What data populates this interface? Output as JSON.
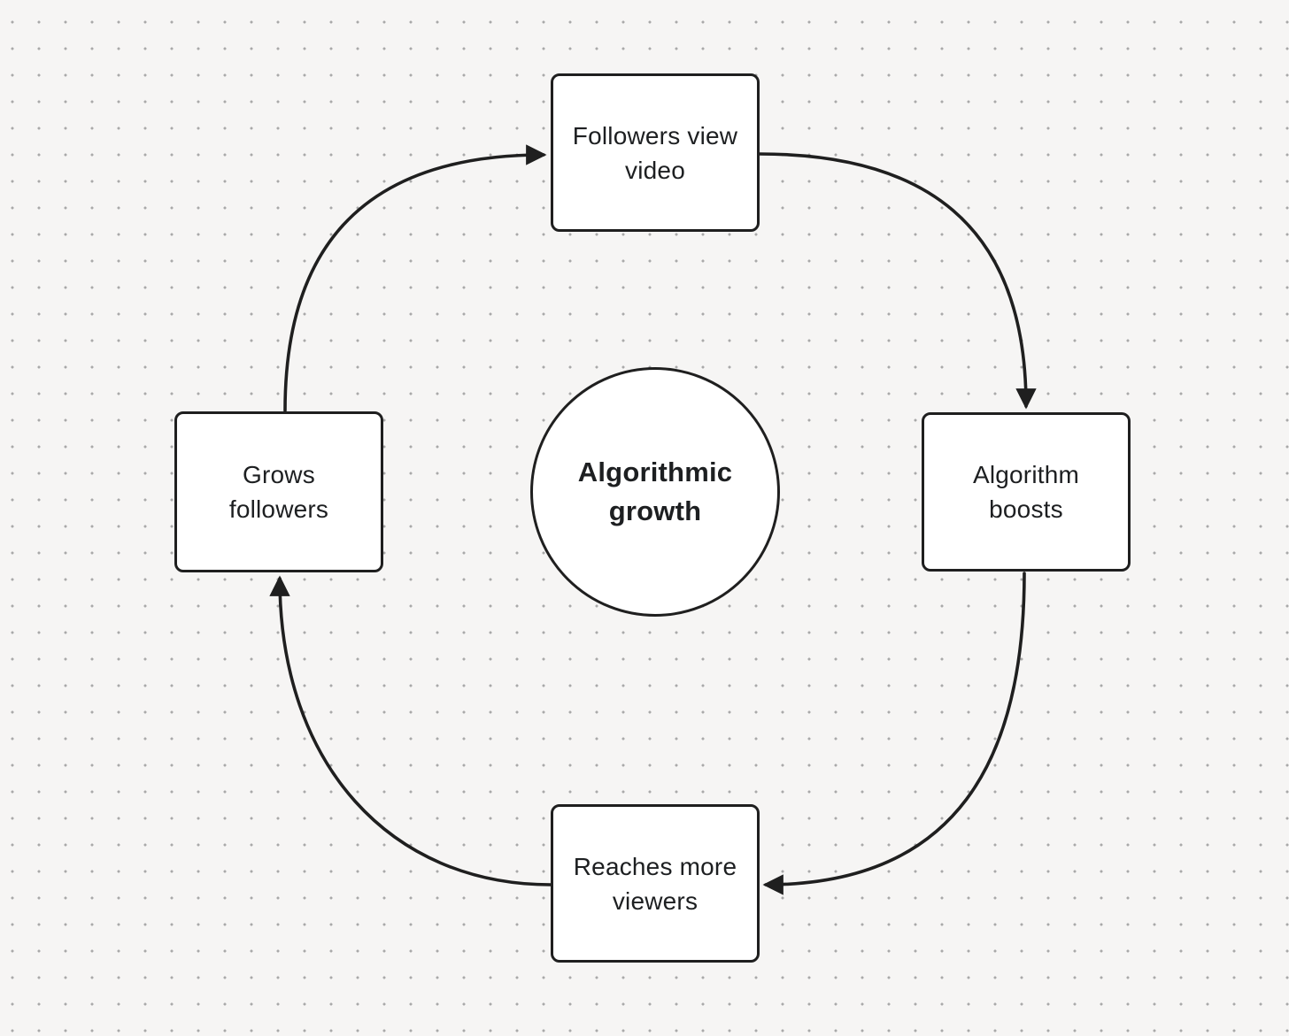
{
  "diagram": {
    "center": {
      "id": "algorithmic-growth",
      "lines": [
        "Algorithmic",
        "growth"
      ]
    },
    "nodes": [
      {
        "id": "followers-view-video",
        "position": "top",
        "lines": [
          "Followers view",
          "video"
        ]
      },
      {
        "id": "algorithm-boosts",
        "position": "right",
        "lines": [
          "Algorithm",
          "boosts"
        ]
      },
      {
        "id": "reaches-more-viewers",
        "position": "bottom",
        "lines": [
          "Reaches more",
          "viewers"
        ]
      },
      {
        "id": "grows-followers",
        "position": "left",
        "lines": [
          "Grows",
          "followers"
        ]
      }
    ],
    "edges": [
      {
        "from": "grows-followers",
        "to": "followers-view-video",
        "direction": "clockwise"
      },
      {
        "from": "followers-view-video",
        "to": "algorithm-boosts",
        "direction": "clockwise"
      },
      {
        "from": "algorithm-boosts",
        "to": "reaches-more-viewers",
        "direction": "clockwise"
      },
      {
        "from": "reaches-more-viewers",
        "to": "grows-followers",
        "direction": "clockwise"
      }
    ],
    "colors": {
      "background": "#f6f5f4",
      "grid_dot": "#a9a9a9",
      "stroke": "#1f1f1f",
      "node_fill": "#ffffff",
      "text": "#1d1f21"
    }
  }
}
